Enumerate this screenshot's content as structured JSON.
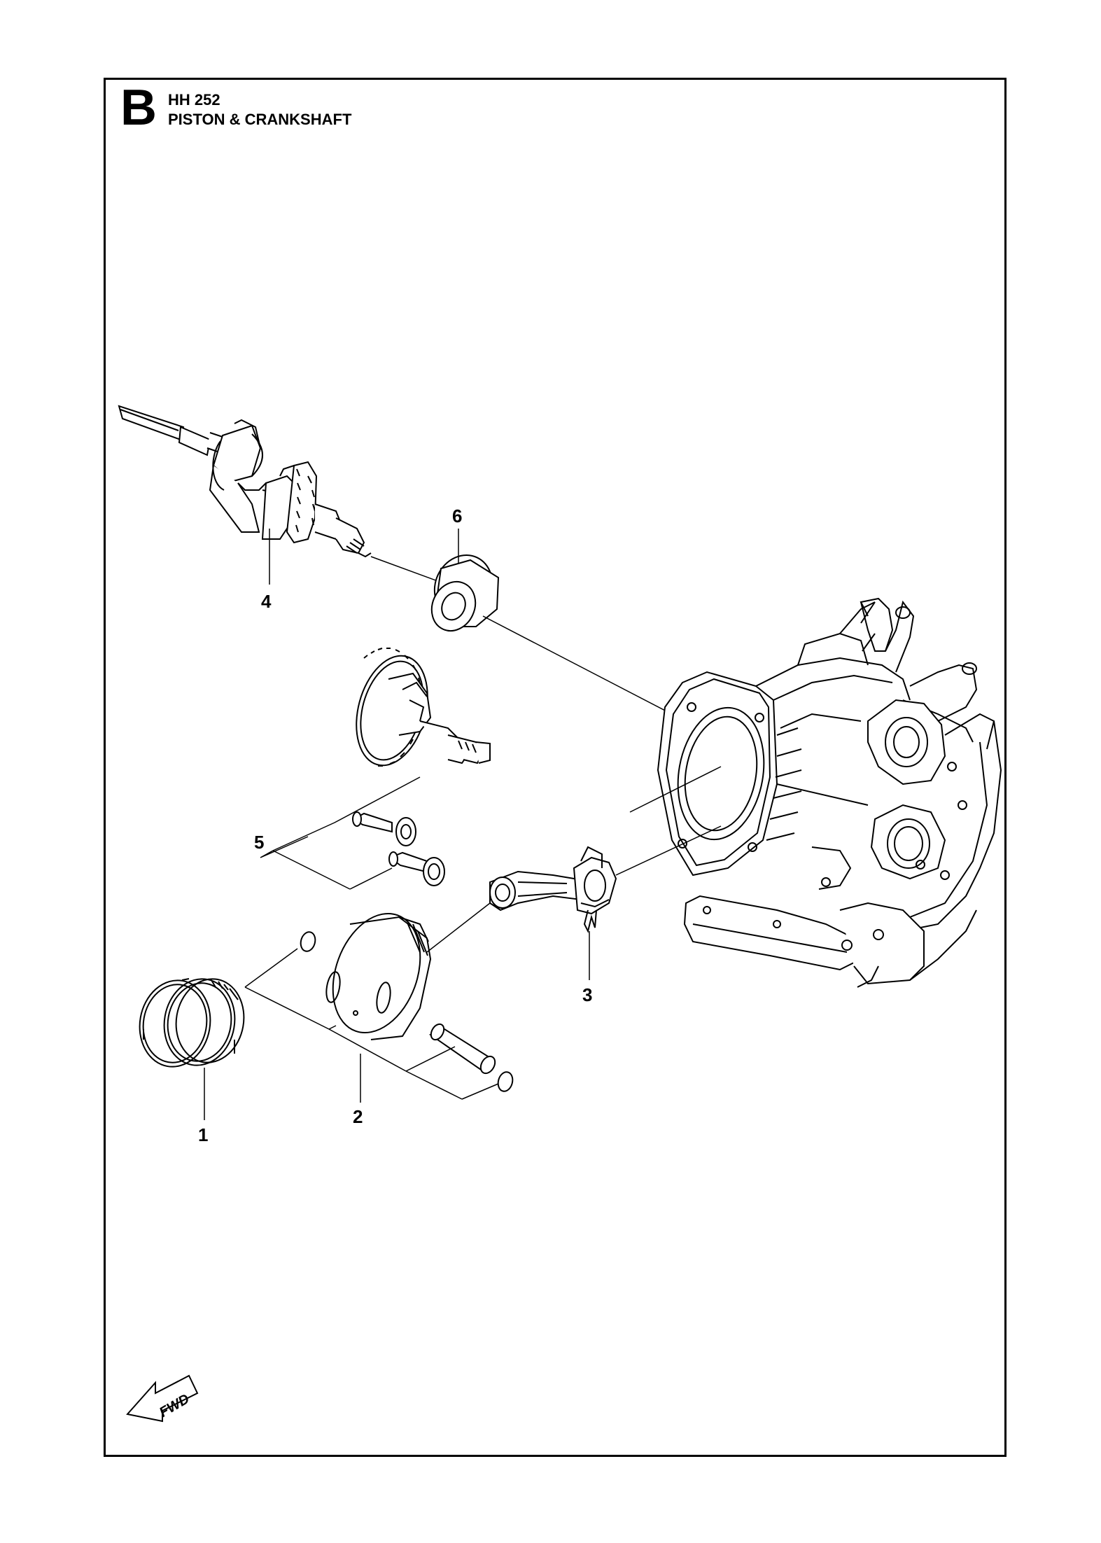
{
  "header": {
    "section_letter": "B",
    "model": "HH 252",
    "title": "PISTON & CRANKSHAFT"
  },
  "callouts": {
    "c1": "1",
    "c2": "2",
    "c3": "3",
    "c4": "4",
    "c5": "5",
    "c6": "6"
  },
  "direction_marker": {
    "label": "FWD",
    "icon": "fwd-arrow-icon"
  },
  "colors": {
    "line": "#000000",
    "background": "#ffffff"
  }
}
